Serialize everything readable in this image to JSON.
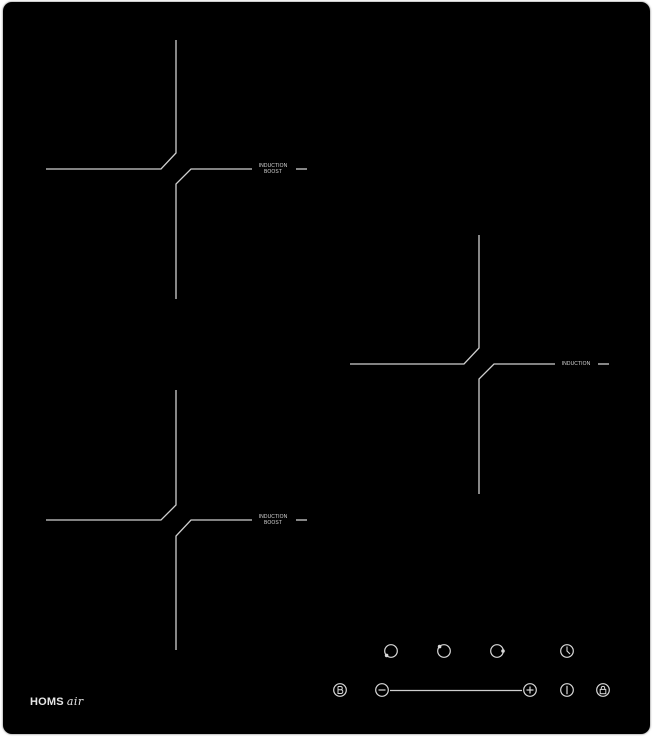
{
  "zones": [
    {
      "label_line1": "INDUCTION",
      "label_line2": "BOOST"
    },
    {
      "label_line1": "INDUCTION",
      "label_line2": ""
    },
    {
      "label_line1": "INDUCTION",
      "label_line2": "BOOST"
    }
  ],
  "controls": [
    {
      "icon": "zone-select-rear-left-icon"
    },
    {
      "icon": "zone-select-front-left-icon"
    },
    {
      "icon": "zone-select-right-icon"
    },
    {
      "icon": "timer-clock-icon"
    },
    {
      "icon": "boost-b-icon"
    },
    {
      "icon": "minus-icon"
    },
    {
      "icon": "slider-track"
    },
    {
      "icon": "plus-icon"
    },
    {
      "icon": "power-icon"
    },
    {
      "icon": "lock-icon"
    }
  ],
  "brand": {
    "name": "HOMS",
    "sub": "air"
  },
  "colors": {
    "surface": "#000000",
    "lines": "#cfcfcf",
    "text": "#d8d8d8"
  }
}
